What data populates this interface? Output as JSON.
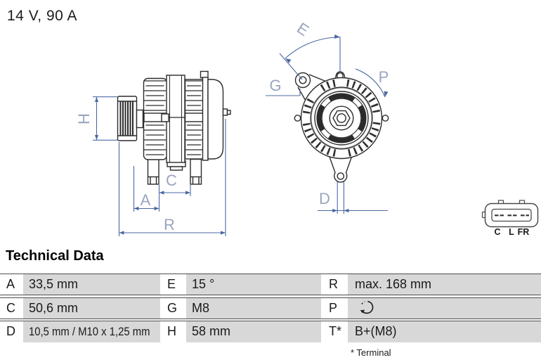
{
  "header": {
    "rating": "14 V, 90 A"
  },
  "technical_data": {
    "heading": "Technical Data",
    "rows": [
      {
        "c1": {
          "label": "A",
          "value": "33,5 mm"
        },
        "c2": {
          "label": "E",
          "value": "15 °"
        },
        "c3": {
          "label": "R",
          "value": "max. 168 mm"
        }
      },
      {
        "c1": {
          "label": "C",
          "value": "50,6 mm"
        },
        "c2": {
          "label": "G",
          "value": "M8"
        },
        "c3": {
          "label": "P",
          "value": "",
          "icon": "clockwise-rotation"
        }
      },
      {
        "c1": {
          "label": "D",
          "value": "10,5 mm / M10 x 1,25 mm"
        },
        "c2": {
          "label": "H",
          "value": "58 mm"
        },
        "c3": {
          "label": "T*",
          "value": "B+(M8)"
        }
      }
    ],
    "footnote": "* Terminal"
  },
  "diagram": {
    "dimension_labels": {
      "h": "H",
      "a": "A",
      "c": "C",
      "r": "R",
      "e": "E",
      "g": "G",
      "p": "P",
      "d": "D"
    },
    "connector": {
      "pins": [
        "C",
        "L",
        "FR"
      ]
    }
  },
  "colors": {
    "dimension_line": "#4c68a2",
    "dimension_label": "#9aa5c0",
    "line_art": "#2b2b2b",
    "table_cell_bg": "#d8d8d8",
    "table_border": "#4d4d4d"
  }
}
